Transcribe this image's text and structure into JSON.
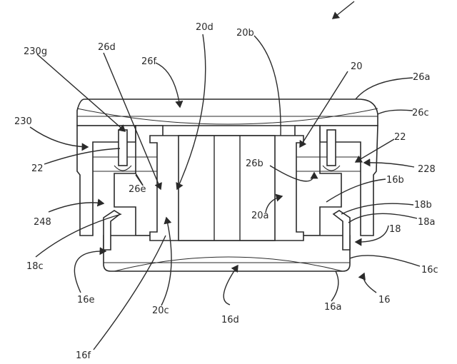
{
  "figure": {
    "type": "patent cross-section drawing",
    "reference_numerals": [
      {
        "id": "230g",
        "label": "230g"
      },
      {
        "id": "26d",
        "label": "26d"
      },
      {
        "id": "26f",
        "label": "26f"
      },
      {
        "id": "20d",
        "label": "20d"
      },
      {
        "id": "20b",
        "label": "20b"
      },
      {
        "id": "20",
        "label": "20"
      },
      {
        "id": "26a",
        "label": "26a"
      },
      {
        "id": "26c",
        "label": "26c"
      },
      {
        "id": "230",
        "label": "230"
      },
      {
        "id": "22-left",
        "label": "22"
      },
      {
        "id": "22-right",
        "label": "22"
      },
      {
        "id": "228",
        "label": "228"
      },
      {
        "id": "26e",
        "label": "26e"
      },
      {
        "id": "26b",
        "label": "26b"
      },
      {
        "id": "16b",
        "label": "16b"
      },
      {
        "id": "18b",
        "label": "18b"
      },
      {
        "id": "18a",
        "label": "18a"
      },
      {
        "id": "18",
        "label": "18"
      },
      {
        "id": "248",
        "label": "248"
      },
      {
        "id": "20a",
        "label": "20a"
      },
      {
        "id": "18c",
        "label": "18c"
      },
      {
        "id": "16e",
        "label": "16e"
      },
      {
        "id": "20c",
        "label": "20c"
      },
      {
        "id": "16c",
        "label": "16c"
      },
      {
        "id": "16",
        "label": "16"
      },
      {
        "id": "16a",
        "label": "16a"
      },
      {
        "id": "16d",
        "label": "16d"
      },
      {
        "id": "16f",
        "label": "16f"
      }
    ]
  }
}
